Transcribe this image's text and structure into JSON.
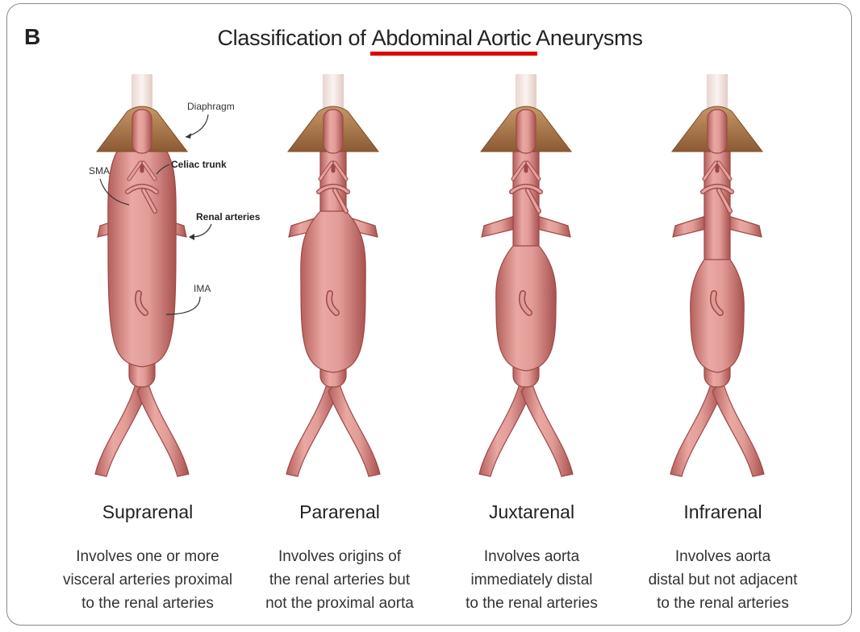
{
  "panel_letter": "B",
  "title": {
    "before": "Classification of ",
    "underlined": "Abdominal Aortic",
    "after": " Aneurysms"
  },
  "colors": {
    "vessel": "#d98a86",
    "vessel_dark": "#9a4a48",
    "diaphragm": "#b98658",
    "underline": "#e00000"
  },
  "anatomy_labels": {
    "diaphragm": "Diaphragm",
    "celiac": "Celiac trunk",
    "sma": "SMA",
    "renal": "Renal arteries",
    "ima": "IMA"
  },
  "types": [
    {
      "name": "Suprarenal",
      "desc": [
        "Involves one or more",
        "visceral arteries proximal",
        "to the renal arteries"
      ]
    },
    {
      "name": "Pararenal",
      "desc": [
        "Involves origins of",
        "the renal arteries but",
        "not the proximal aorta"
      ]
    },
    {
      "name": "Juxtarenal",
      "desc": [
        "Involves aorta",
        "immediately distal",
        "to the renal arteries"
      ]
    },
    {
      "name": "Infrarenal",
      "desc": [
        "Involves aorta",
        "distal but not adjacent",
        "to the renal arteries"
      ]
    }
  ]
}
